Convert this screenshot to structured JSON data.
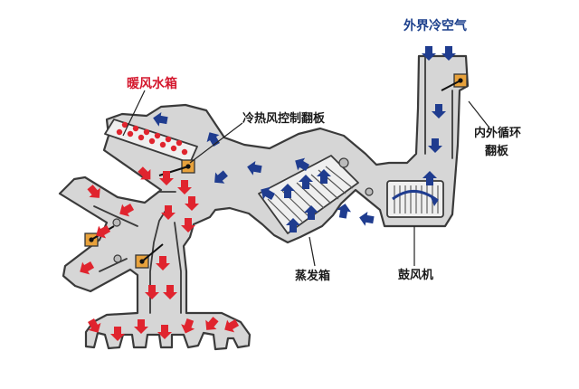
{
  "labels": {
    "outside_air": "外界冷空气",
    "heater_core": "暖风水箱",
    "blend_door": "冷热风控制翻板",
    "recirc_door_line1": "内外循环",
    "recirc_door_line2": "翻板",
    "evaporator": "蒸发箱",
    "blower": "鼓风机"
  },
  "colors": {
    "duct_fill": "#d6d6d6",
    "duct_stroke": "#3a3a3a",
    "cold_air": "#1f3c8f",
    "hot_air": "#e0242e",
    "door": "#e8a23c",
    "label_outside": "#1b3f8c",
    "label_heater": "#d4182e",
    "label_default": "#1a1a1a"
  }
}
